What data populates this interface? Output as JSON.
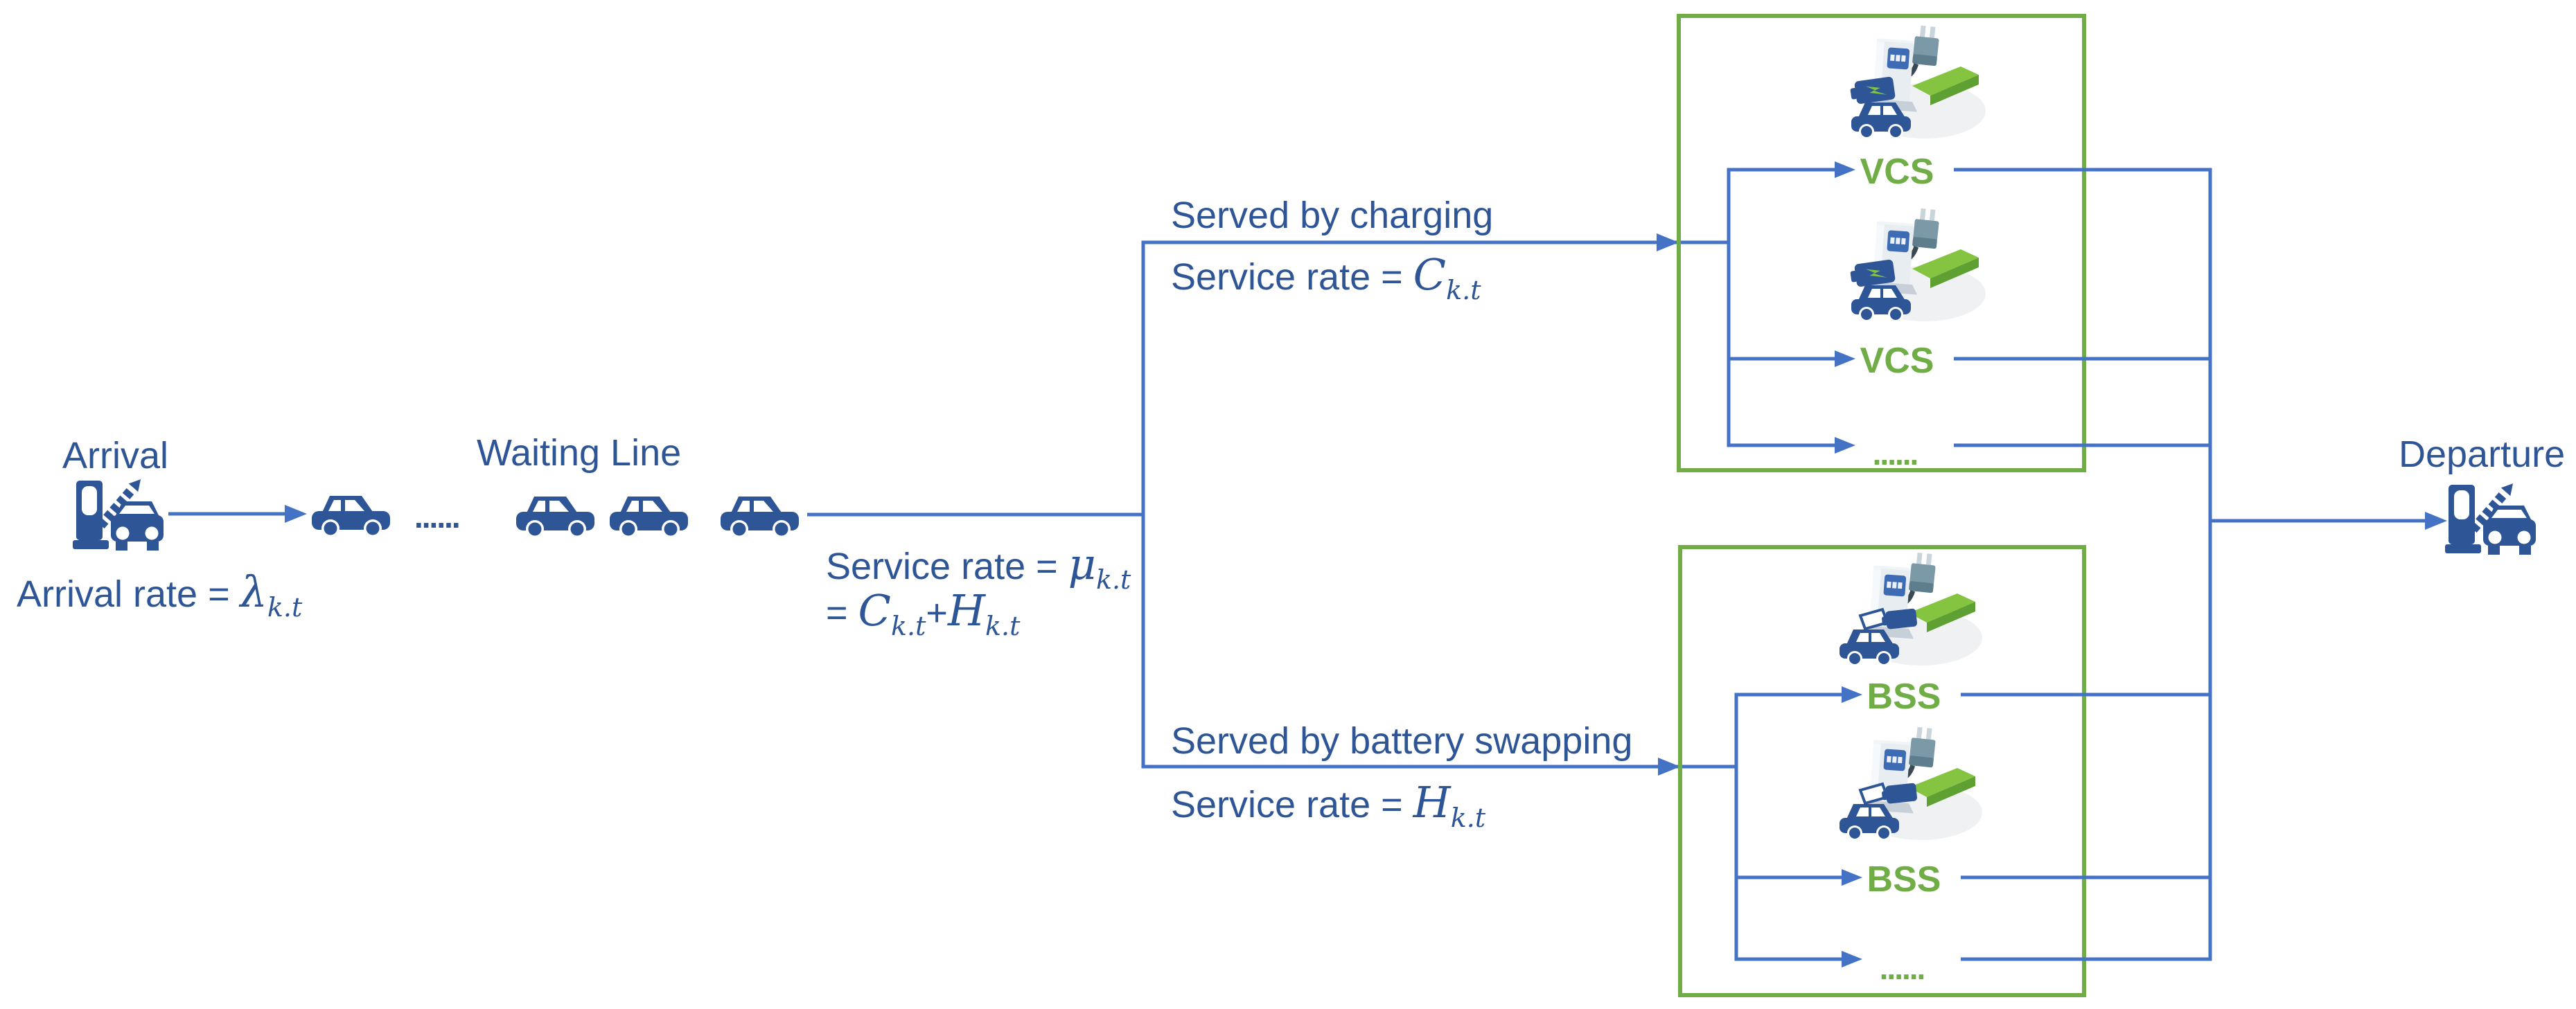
{
  "colors": {
    "ink": "#2E5596",
    "line": "#4472C4",
    "green": "#70AD47",
    "slab": "#84C441",
    "slab-dark": "#5FA033",
    "screen": "#3D6CB4",
    "plug": "#7C99A8",
    "plug-dark": "#5E7E8E",
    "cable": "#3B4A52",
    "bg": "#FFFFFF"
  },
  "arrival": {
    "title": "Arrival",
    "rate_prefix": "Arrival rate = ",
    "rate_symbol": "λ",
    "rate_subscript": "k.t"
  },
  "queue": {
    "title": "Waiting Line",
    "ellipsis": "......"
  },
  "main_service": {
    "prefix": "Service rate = ",
    "symbol": "μ",
    "subscript": "k.t",
    "eq2": "= ",
    "c_symbol": "C",
    "c_subscript": "k.t",
    "plus": "+",
    "h_symbol": "H",
    "h_subscript": "k.t"
  },
  "charging": {
    "caption": "Served by charging",
    "rate_prefix": "Service rate = ",
    "rate_symbol": "C",
    "rate_subscript": "k.t"
  },
  "swapping": {
    "caption": "Served by battery swapping",
    "rate_prefix": "Service rate = ",
    "rate_symbol": "H",
    "rate_subscript": "k.t"
  },
  "vcs": {
    "labels": [
      "VCS",
      "VCS",
      "......"
    ]
  },
  "bss": {
    "labels": [
      "BSS",
      "BSS",
      "......"
    ]
  },
  "departure": {
    "title": "Departure"
  }
}
